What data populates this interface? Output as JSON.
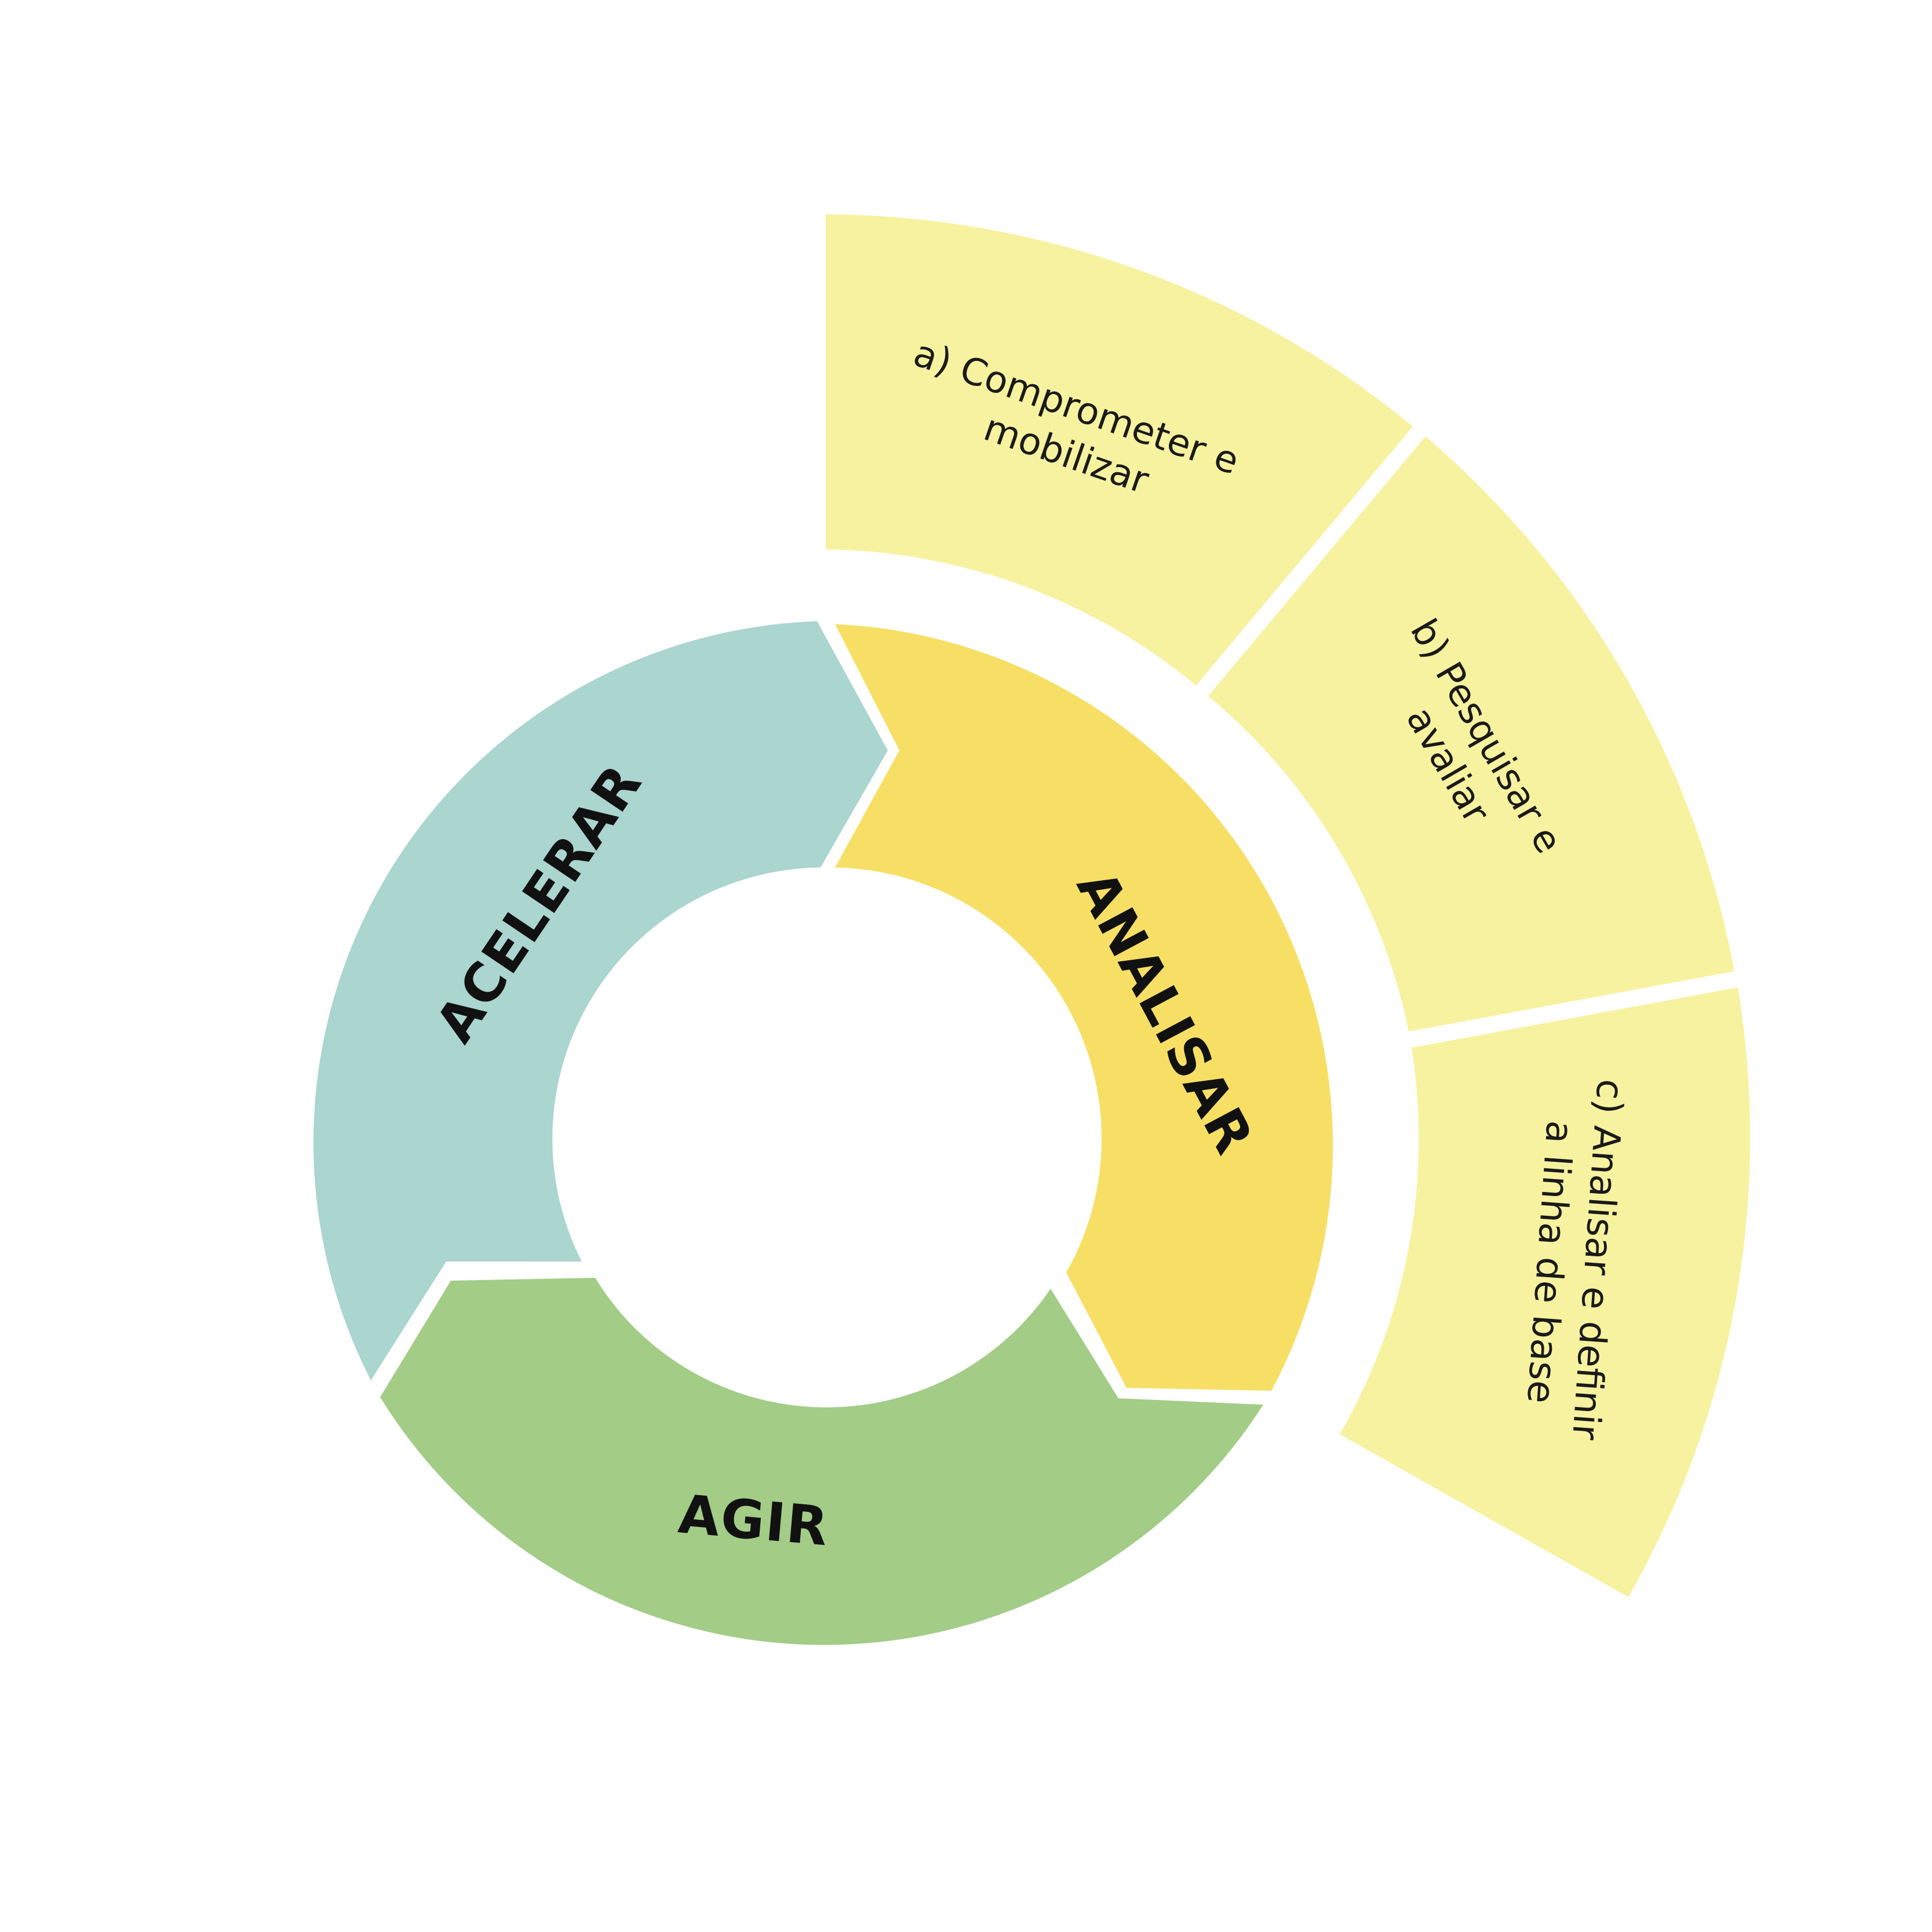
{
  "cycle": [
    {
      "id": "acelerar",
      "label": "ACELERAR",
      "color": "#abd5cf"
    },
    {
      "id": "analisar",
      "label": "ANALISAR",
      "color": "#f7df66"
    },
    {
      "id": "agir",
      "label": "AGIR",
      "color": "#a3cc87"
    }
  ],
  "steps": [
    {
      "id": "a",
      "lines": [
        "a) Comprometer e",
        "mobilizar"
      ],
      "color": "#f6f29f"
    },
    {
      "id": "b",
      "lines": [
        "b) Pesquisar e",
        "avaliar"
      ],
      "color": "#f6f29f"
    },
    {
      "id": "c",
      "lines": [
        "c) Analisar e definir",
        "a linha de base"
      ],
      "color": "#f6f29f"
    }
  ]
}
